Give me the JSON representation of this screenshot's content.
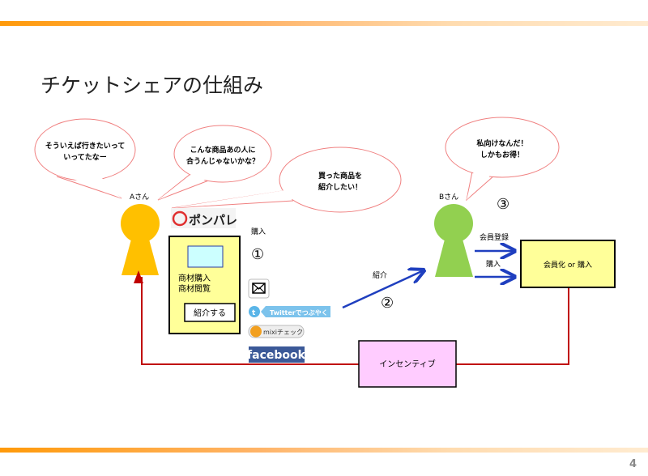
{
  "slide": {
    "title": "チケットシェアの仕組み",
    "page_number": "4"
  },
  "bubbles": [
    {
      "line1": "そういえば行きたいって",
      "line2": "いってたなー"
    },
    {
      "line1": "こんな商品あの人に",
      "line2": "合うんじゃないかな？"
    },
    {
      "line1": "買った商品を",
      "line2": "紹介したい！"
    },
    {
      "line1": "私向けなんだ！",
      "line2": "しかもお得！"
    }
  ],
  "persons": {
    "a_label": "Aさん",
    "b_label": "Bさん",
    "a_color": "#FFC000",
    "b_color": "#92D050"
  },
  "site": {
    "logo_text": "ポンパレ",
    "item1": "商材購入",
    "item2": "商材閲覧",
    "share_button": "紹介する"
  },
  "share": {
    "twitter": "Twitterでつぶやく",
    "mixi": "mixiチェック",
    "facebook": "facebook"
  },
  "steps": {
    "purchase_label": "購入",
    "step1": "①",
    "introduce_label": "紹介",
    "step2": "②",
    "step3": "③",
    "register_label": "会員登録",
    "purchase_label_b": "購入"
  },
  "boxes": {
    "member_or_purchase": "会員化 or 購入",
    "incentive": "インセンティブ"
  }
}
